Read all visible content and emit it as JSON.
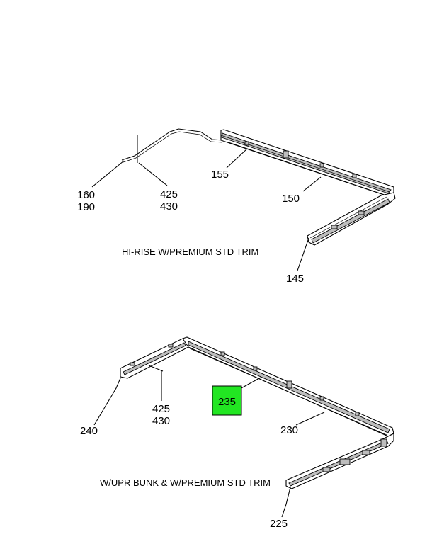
{
  "colors": {
    "highlight": "#22e622",
    "ink": "#000000",
    "background": "#ffffff"
  },
  "top_view": {
    "caption": "HI-RISE W/PREMIUM STD TRIM",
    "callouts": {
      "c160": "160",
      "c190": "190",
      "c425": "425",
      "c430": "430",
      "c155": "155",
      "c150": "150",
      "c145": "145"
    }
  },
  "bottom_view": {
    "caption": "W/UPR BUNK & W/PREMIUM STD TRIM",
    "callouts": {
      "c240": "240",
      "c425": "425",
      "c430": "430",
      "c235": "235",
      "c230": "230",
      "c225": "225"
    },
    "highlighted_callout": "235"
  }
}
